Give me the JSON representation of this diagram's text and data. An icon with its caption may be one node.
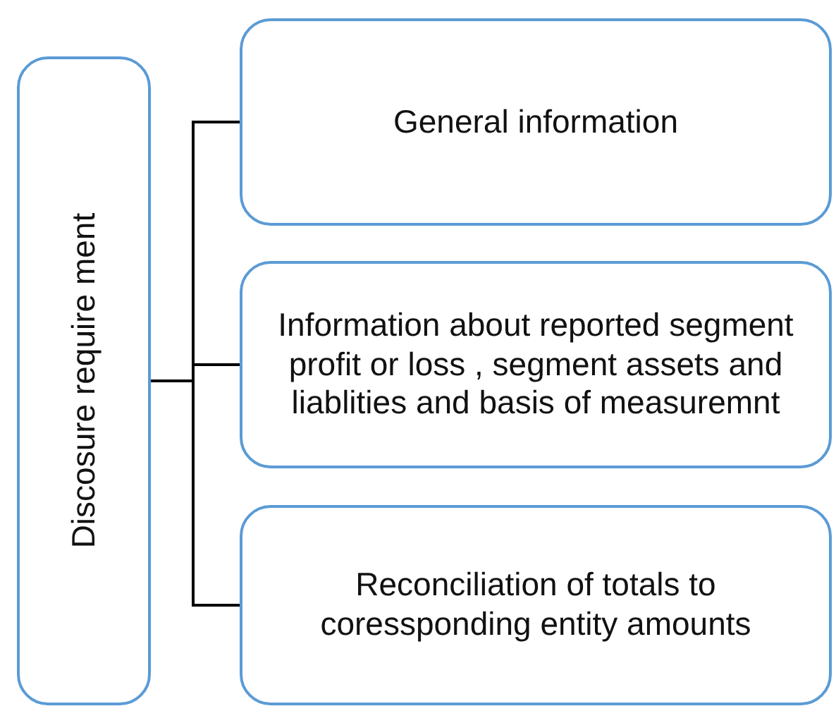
{
  "diagram": {
    "nodes": [
      {
        "text": [
          "Discosure require ment"
        ]
      },
      {
        "text": [
          "General information"
        ]
      },
      {
        "text": [
          "Information about reported segment profit or loss , segment assets and liablities and basis of measuremnt"
        ]
      },
      {
        "text": [
          "Reconciliation of totals to coressponding entity amounts"
        ]
      }
    ],
    "edges": [
      {
        "from": 0,
        "to": 1,
        "arrow": "none"
      },
      {
        "from": 0,
        "to": 2,
        "arrow": "none"
      },
      {
        "from": 0,
        "to": 3,
        "arrow": "none"
      }
    ]
  }
}
